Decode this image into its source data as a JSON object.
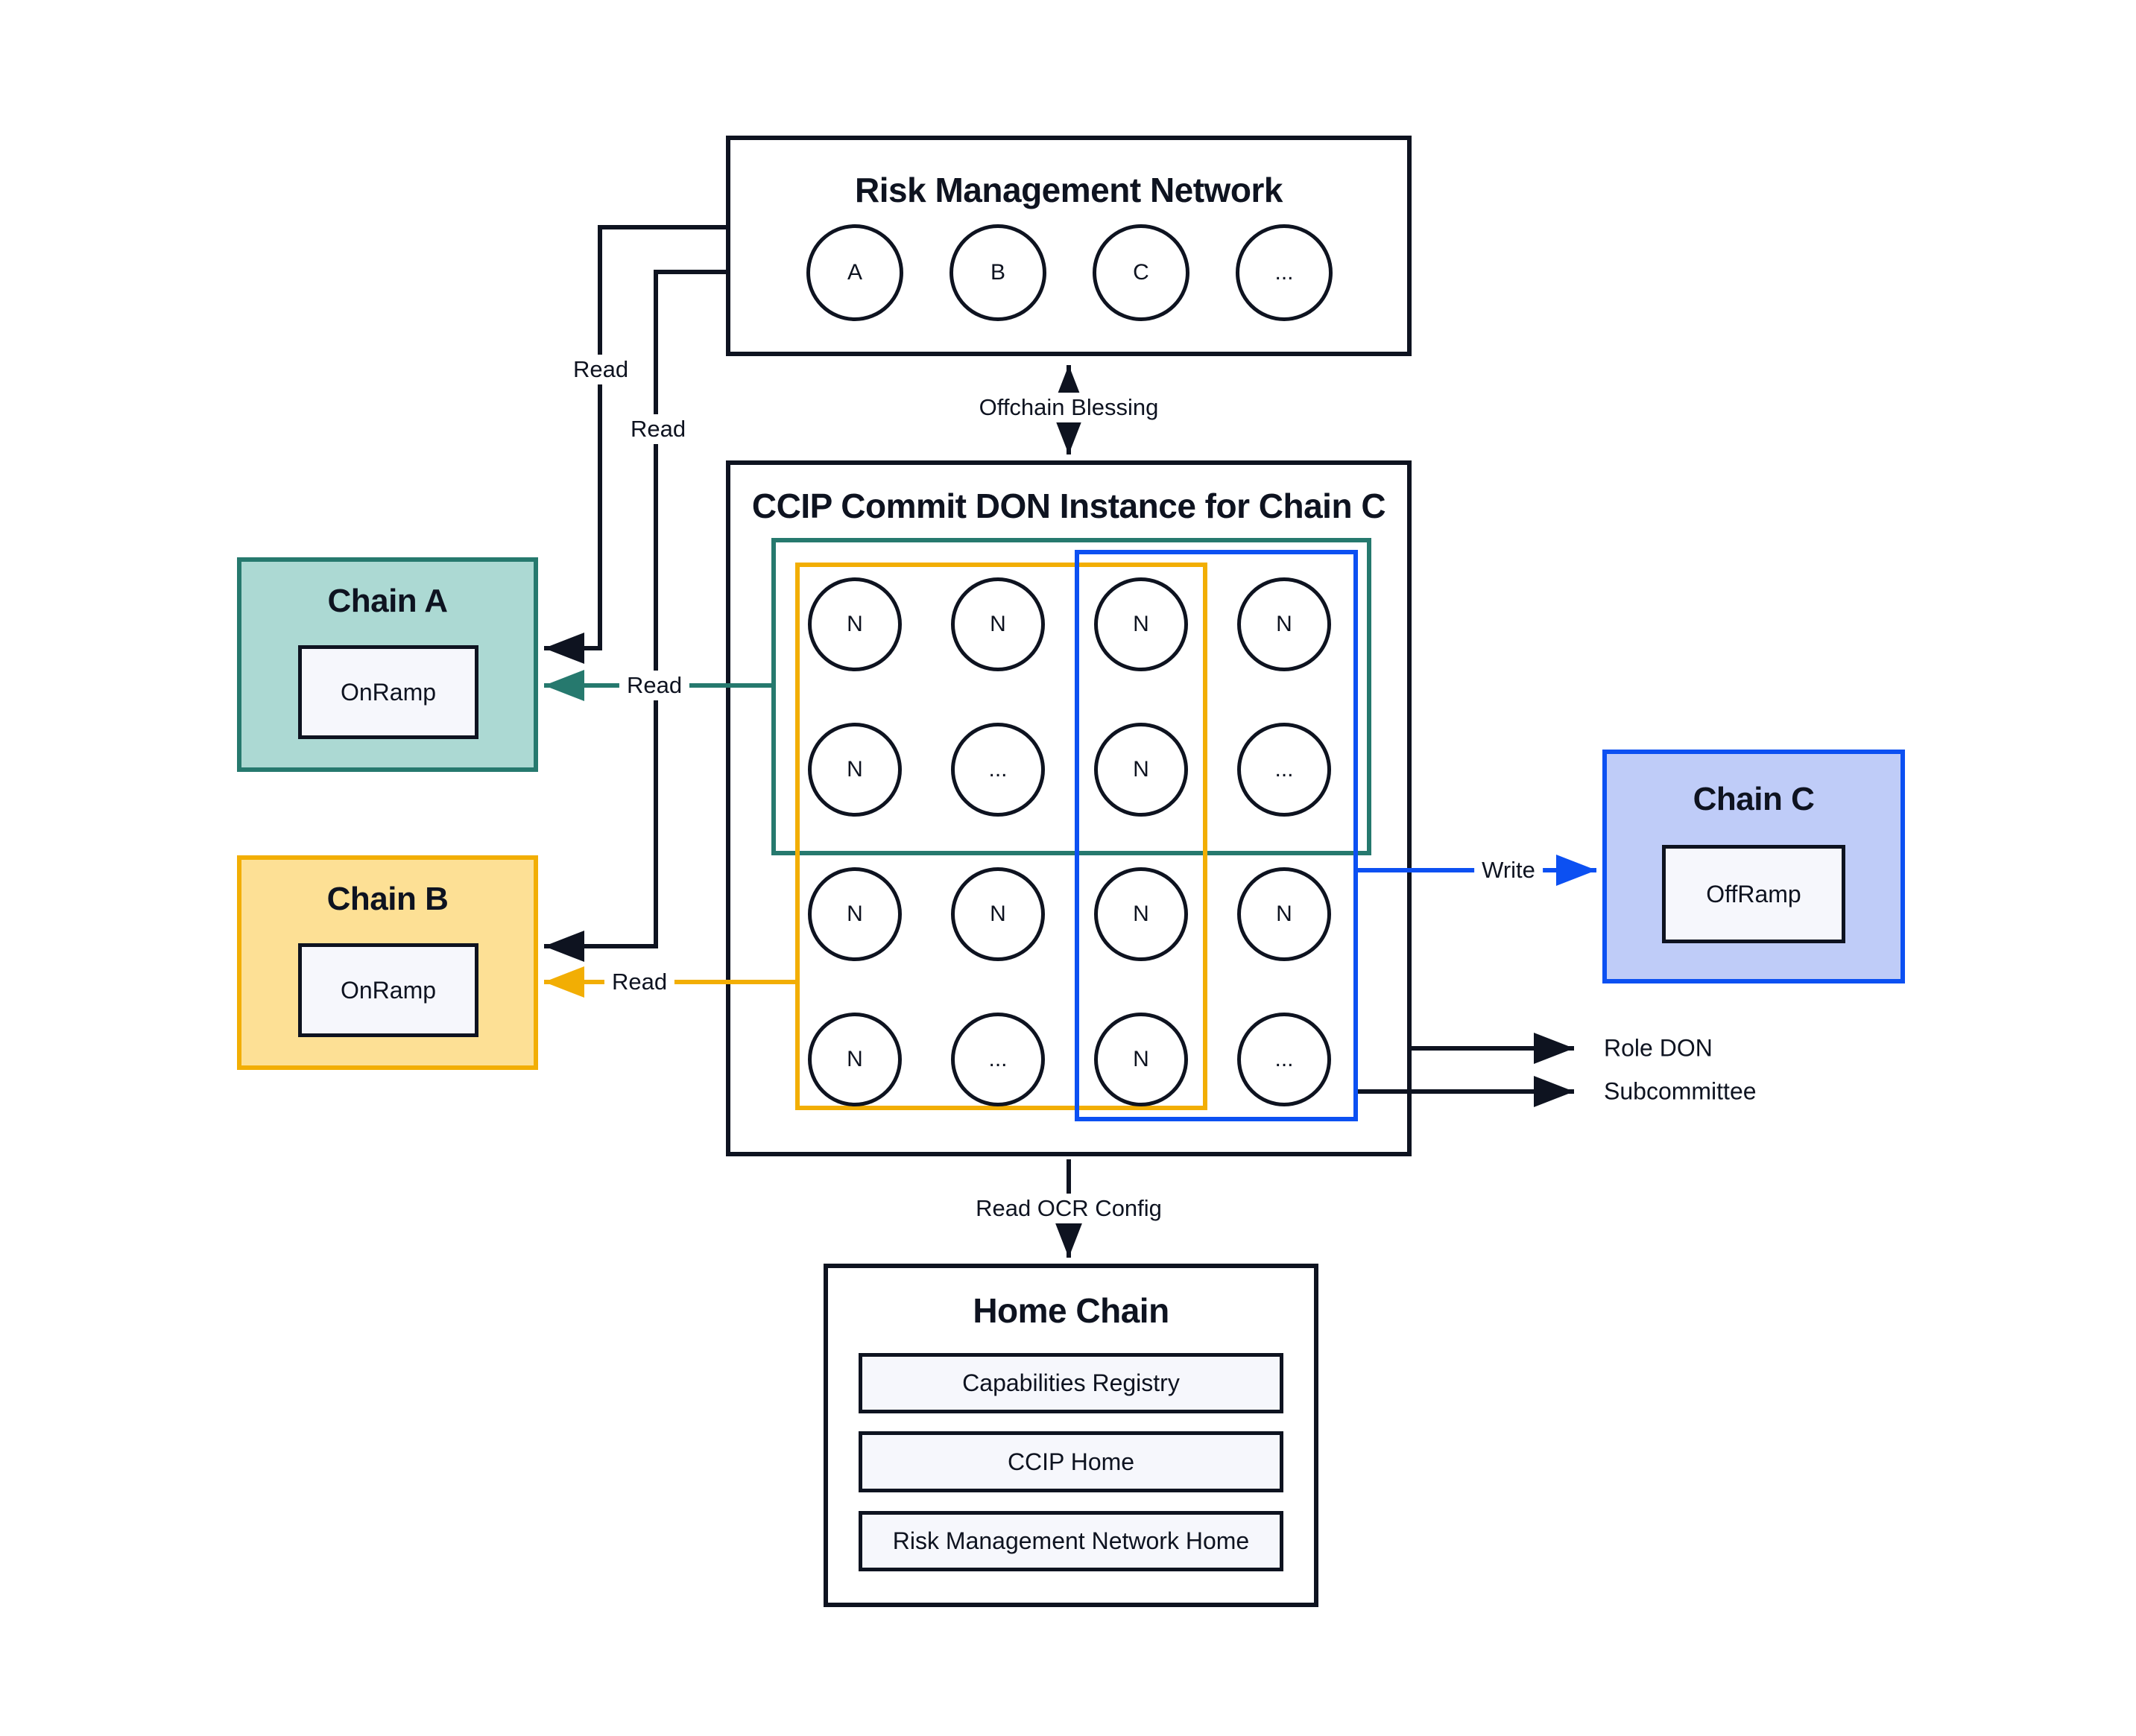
{
  "diagram": {
    "rmn": {
      "title": "Risk Management Network",
      "nodes": [
        "A",
        "B",
        "C",
        "..."
      ]
    },
    "ccip": {
      "title": "CCIP Commit DON Instance for Chain C",
      "grid": [
        "N",
        "N",
        "N",
        "N",
        "N",
        "...",
        "N",
        "...",
        "N",
        "N",
        "N",
        "N",
        "N",
        "...",
        "N",
        "..."
      ]
    },
    "chain_a": {
      "title": "Chain A",
      "contract": "OnRamp"
    },
    "chain_b": {
      "title": "Chain B",
      "contract": "OnRamp"
    },
    "chain_c": {
      "title": "Chain C",
      "contract": "OffRamp"
    },
    "home": {
      "title": "Home Chain",
      "contracts": [
        "Capabilities Registry",
        "CCIP Home",
        "Risk Management Network Home"
      ]
    },
    "edges": {
      "offchain_blessing": "Offchain Blessing",
      "read_rmn_to_a": "Read",
      "read_rmn_to_b": "Read",
      "read_don_to_a": "Read",
      "read_don_to_b": "Read",
      "write": "Write",
      "role_don": "Role DON",
      "subcommittee": "Subcommittee",
      "read_ocr_config": "Read OCR Config"
    },
    "colors": {
      "dark": "#0e1320",
      "teal_border": "#26796e",
      "teal_fill": "#acd9d3",
      "gold_border": "#f2ae04",
      "gold_fill": "#fde095",
      "blue_border": "#0c50f2",
      "blue_fill": "#bfccf8",
      "contract_fill": "#f6f7fc"
    }
  }
}
